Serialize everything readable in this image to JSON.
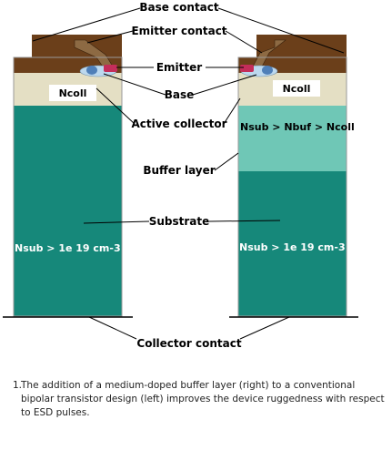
{
  "labels": {
    "base_contact": "Base contact",
    "emitter_contact": "Emitter contact",
    "emitter": "Emitter",
    "base": "Base",
    "active_collector": "Active collector",
    "buffer_layer": "Buffer layer",
    "substrate": "Substrate",
    "collector_contact": "Collector contact"
  },
  "left_device": {
    "ncoll": "Ncoll",
    "substrate_doping": "Nsub > 1e 19 cm-3"
  },
  "right_device": {
    "ncoll": "Ncoll",
    "buffer_doping": "Nsub > Nbuf > Ncoll",
    "substrate_doping": "Nsub > 1e 19 cm-3"
  },
  "caption": {
    "number": "1.",
    "text": "The addition of a medium-doped buffer layer (right) to a conventional bipolar transistor design (left) improves the device ruggedness with respect to ESD pulses."
  },
  "colors": {
    "contact_metal": "#6b3f1a",
    "contact_metal_light": "#7d5530",
    "tan_layer": "#e4dfc4",
    "substrate": "#16887a",
    "buffer": "#6fc7b6",
    "emitter": "#c42d5a",
    "base": "#bcd8ee",
    "base_dark": "#4f7fb8"
  }
}
